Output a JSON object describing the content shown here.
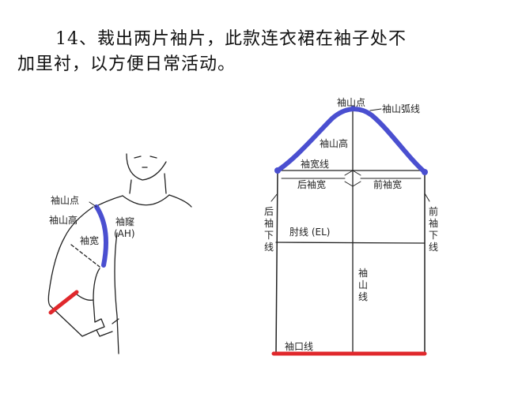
{
  "caption": {
    "line1": "14、裁出两片袖片，此款连衣裙在袖子处不",
    "line2": "加里衬，以方便日常活动。"
  },
  "figure_left": {
    "label_sleeve_cap_point": "袖山点",
    "label_sleeve_cap_height": "袖山高",
    "label_sleeve_width": "袖宽",
    "label_armhole": "袖窿",
    "label_armhole_abbr": "(AH)"
  },
  "figure_right": {
    "label_cap_point": "袖山点",
    "label_cap_curve": "袖山弧线",
    "label_cap_height": "袖山高",
    "label_width_line": "袖宽线",
    "label_back_width": "后袖宽",
    "label_front_width": "前袖宽",
    "label_back_underarm": [
      "后",
      "袖",
      "下",
      "线"
    ],
    "label_front_underarm": [
      "前",
      "袖",
      "下",
      "线"
    ],
    "label_elbow_line": "肘线 (EL)",
    "label_center_line": [
      "袖",
      "山",
      "线"
    ],
    "label_hem_line": "袖口线"
  },
  "colors": {
    "accent_blue": "#4a4fd0",
    "accent_red": "#e0282c",
    "line": "#222222"
  }
}
